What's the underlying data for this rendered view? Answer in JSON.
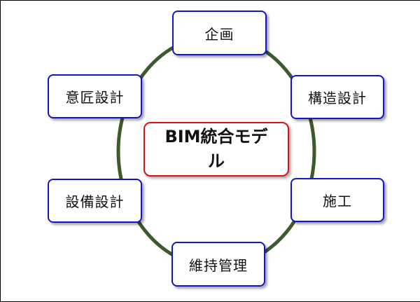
{
  "diagram": {
    "center": {
      "label": "BIM統合モデル"
    },
    "nodes": [
      {
        "label": "企画"
      },
      {
        "label": "構造設計"
      },
      {
        "label": "施工"
      },
      {
        "label": "維持管理"
      },
      {
        "label": "設備設計"
      },
      {
        "label": "意匠設計"
      }
    ],
    "colors": {
      "ring": "#3d5b2a",
      "node_border": "#1515c8",
      "center_border": "#dd1111",
      "text": "#111111"
    }
  }
}
